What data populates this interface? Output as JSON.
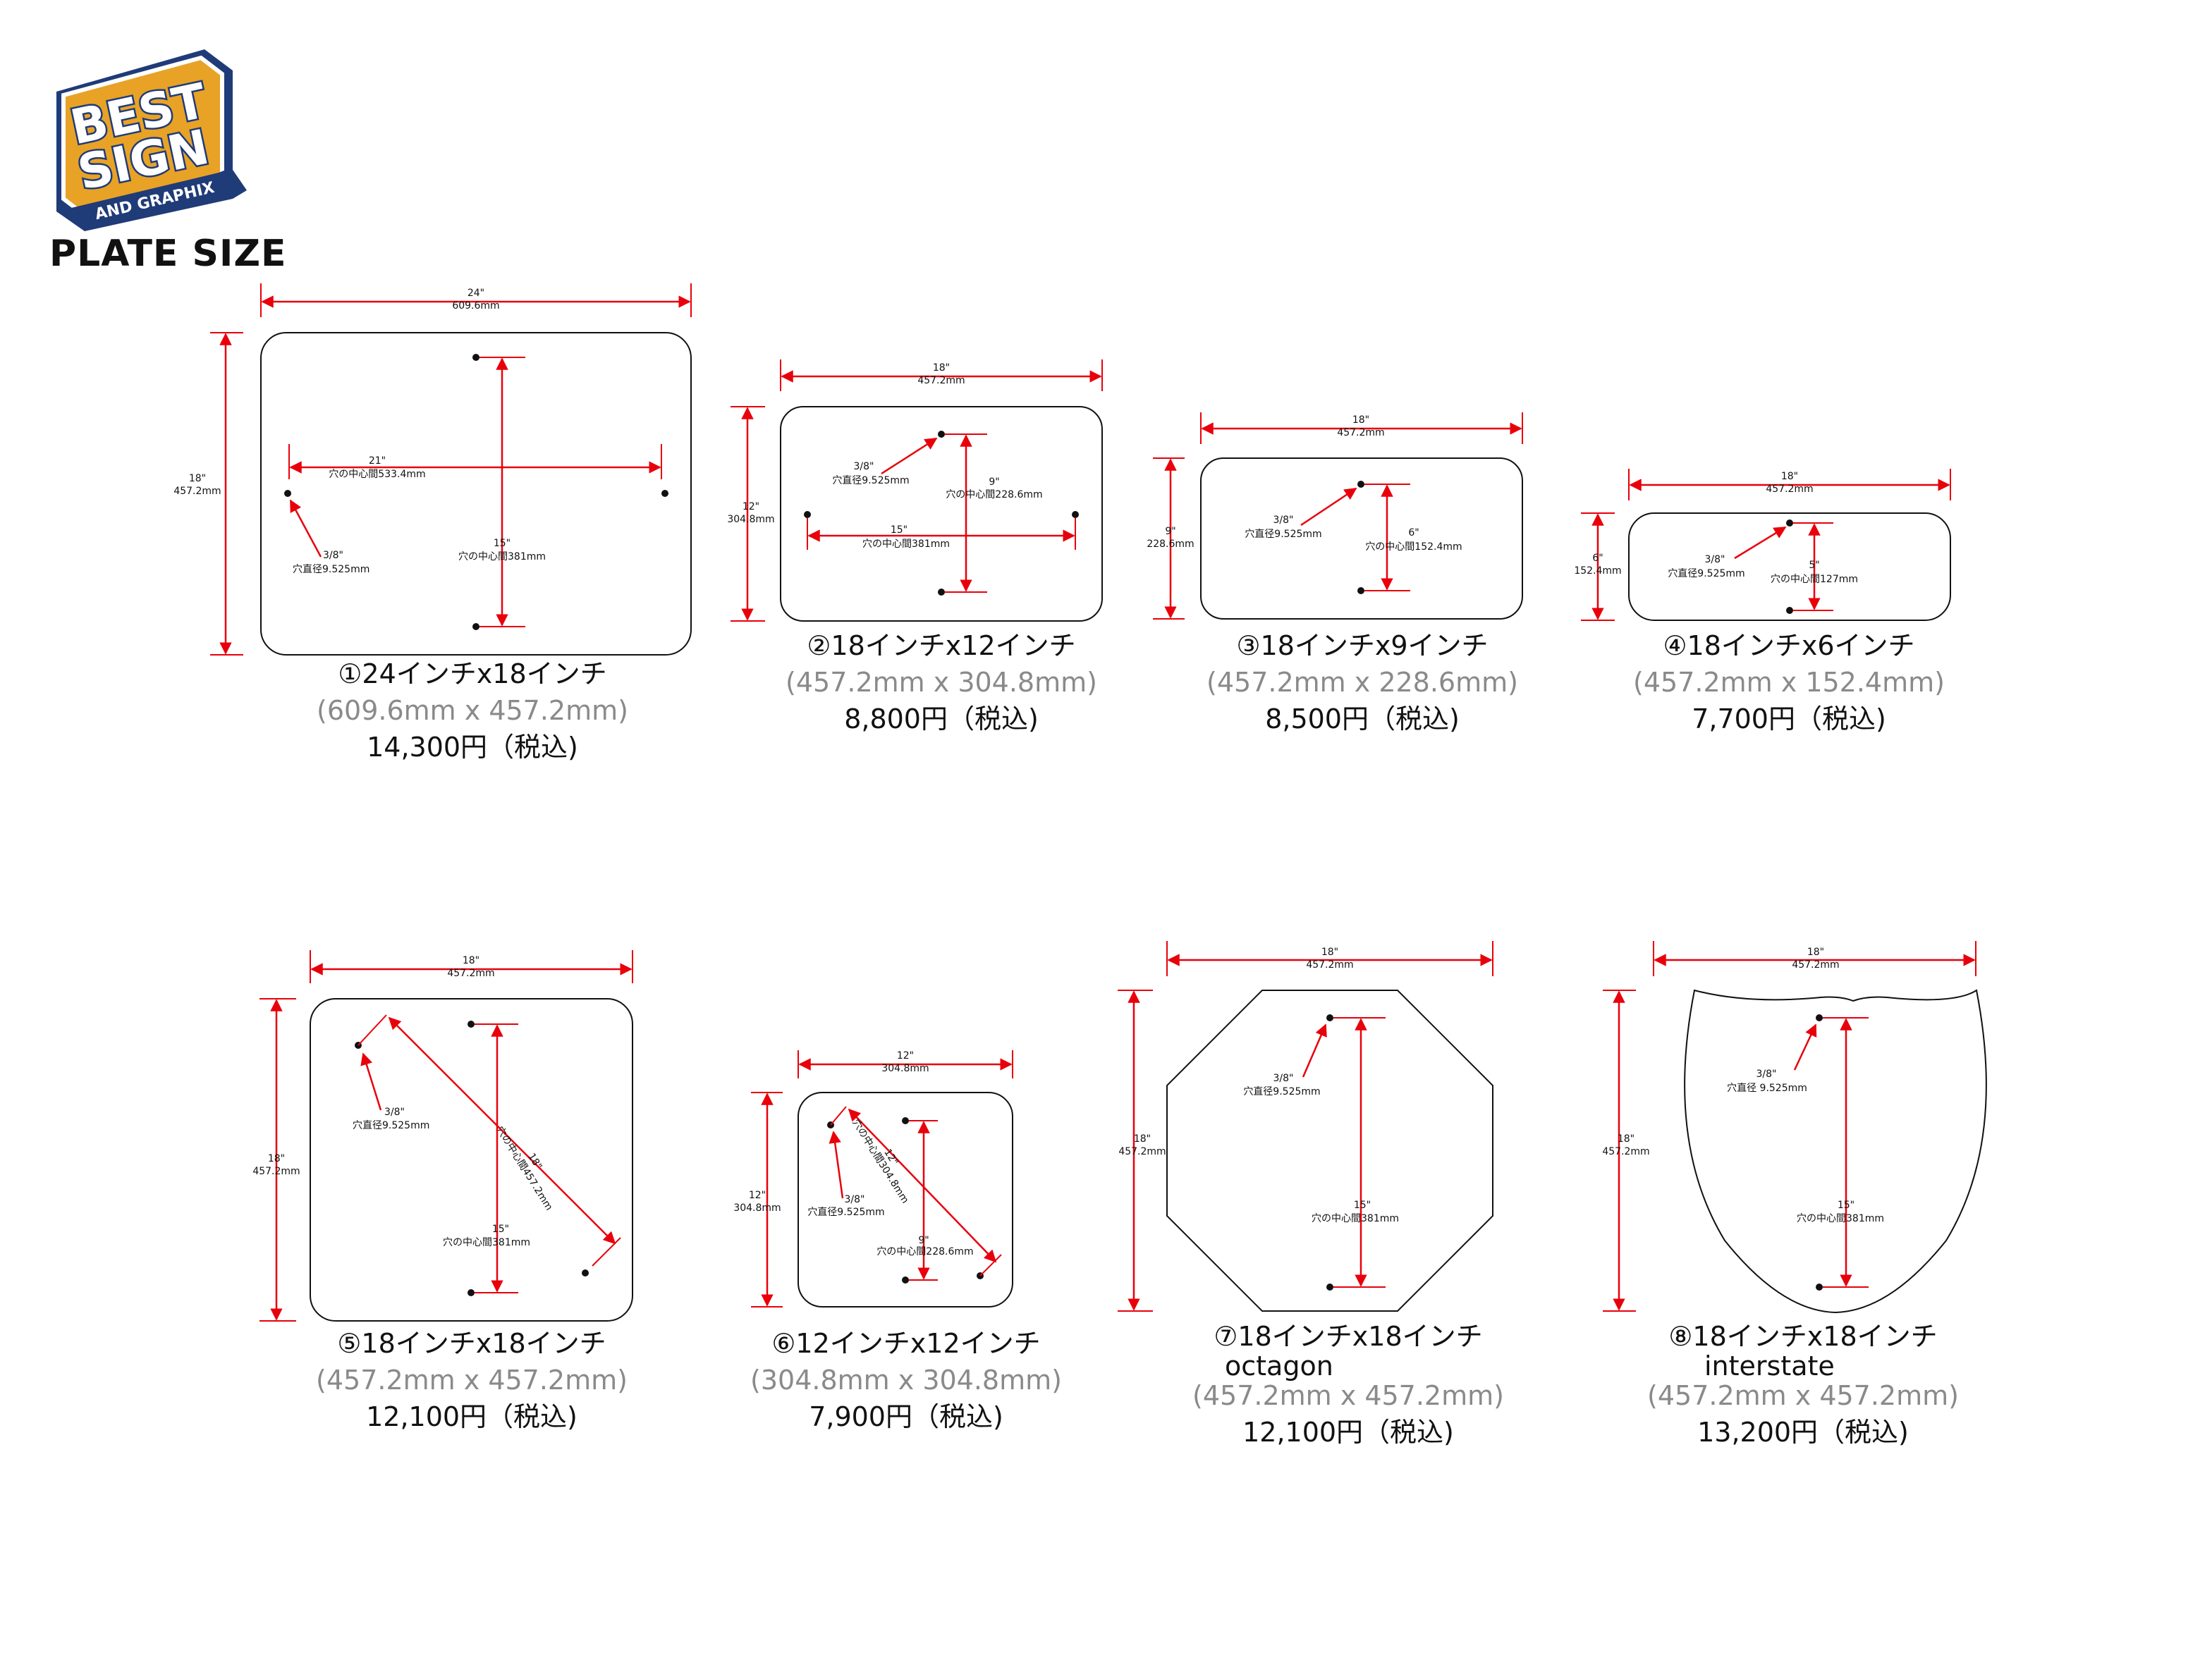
{
  "brand": {
    "line1": "BEST",
    "line2": "SIGN",
    "line3": "AND GRAPHIX"
  },
  "heading": "PLATE SIZE",
  "colors": {
    "dimension": "#e8000b",
    "outline": "#111111",
    "logo_orange": "#e8a226",
    "logo_navy": "#1f3b78",
    "mm_text": "#8a8a8a"
  },
  "plates": [
    {
      "title": "①24インチx18インチ",
      "mm": "(609.6mm x 457.2mm)",
      "price": "14,300円（税込)",
      "width_label": [
        "24\"",
        "609.6mm"
      ],
      "height_label": [
        "18\"",
        "457.2mm"
      ],
      "notes": [
        "21\"",
        "穴の中心間533.4mm",
        "3/8\"",
        "穴直径9.525mm",
        "15\"",
        "穴の中心間381mm"
      ]
    },
    {
      "title": "②18インチx12インチ",
      "mm": "(457.2mm x 304.8mm)",
      "price": "8,800円（税込)",
      "width_label": [
        "18\"",
        "457.2mm"
      ],
      "height_label": [
        "12\"",
        "304.8mm"
      ],
      "notes": [
        "3/8\"",
        "穴直径9.525mm",
        "9\"",
        "穴の中心間228.6mm",
        "15\"",
        "穴の中心間381mm"
      ]
    },
    {
      "title": "③18インチx9インチ",
      "mm": "(457.2mm x 228.6mm)",
      "price": "8,500円（税込)",
      "width_label": [
        "18\"",
        "457.2mm"
      ],
      "height_label": [
        "9\"",
        "228.6mm"
      ],
      "notes": [
        "3/8\"",
        "穴直径9.525mm",
        "6\"",
        "穴の中心間152.4mm"
      ]
    },
    {
      "title": "④18インチx6インチ",
      "mm": "(457.2mm x 152.4mm)",
      "price": "7,700円（税込)",
      "width_label": [
        "18\"",
        "457.2mm"
      ],
      "height_label": [
        "6\"",
        "152.4mm"
      ],
      "notes": [
        "3/8\"",
        "穴直径9.525mm",
        "5\"",
        "穴の中心間127mm"
      ]
    },
    {
      "title": "⑤18インチx18インチ",
      "mm": "(457.2mm x 457.2mm)",
      "price": "12,100円（税込)",
      "width_label": [
        "18\"",
        "457.2mm"
      ],
      "height_label": [
        "18\"",
        "457.2mm"
      ],
      "notes": [
        "3/8\"",
        "穴直径9.525mm",
        "18\"",
        "穴の中心間457.2mm",
        "15\"",
        "穴の中心間381mm"
      ]
    },
    {
      "title": "⑥12インチx12インチ",
      "mm": "(304.8mm x 304.8mm)",
      "price": "7,900円（税込)",
      "width_label": [
        "12\"",
        "304.8mm"
      ],
      "height_label": [
        "12\"",
        "304.8mm"
      ],
      "notes": [
        "3/8\"",
        "穴直径9.525mm",
        "12\"",
        "穴の中心間304.8mm",
        "9\"",
        "穴の中心間228.6mm"
      ]
    },
    {
      "title": "⑦18インチx18インチ",
      "subtitle": "octagon",
      "mm": "(457.2mm x 457.2mm)",
      "price": "12,100円（税込)",
      "width_label": [
        "18\"",
        "457.2mm"
      ],
      "height_label": [
        "18\"",
        "457.2mm"
      ],
      "notes": [
        "3/8\"",
        "穴直径9.525mm",
        "15\"",
        "穴の中心間381mm"
      ]
    },
    {
      "title": "⑧18インチx18インチ",
      "subtitle": "interstate",
      "mm": "(457.2mm x 457.2mm)",
      "price": "13,200円（税込)",
      "width_label": [
        "18\"",
        "457.2mm"
      ],
      "height_label": [
        "18\"",
        "457.2mm"
      ],
      "notes": [
        "3/8\"",
        "穴直径 9.525mm",
        "15\"",
        "穴の中心間381mm"
      ]
    }
  ]
}
